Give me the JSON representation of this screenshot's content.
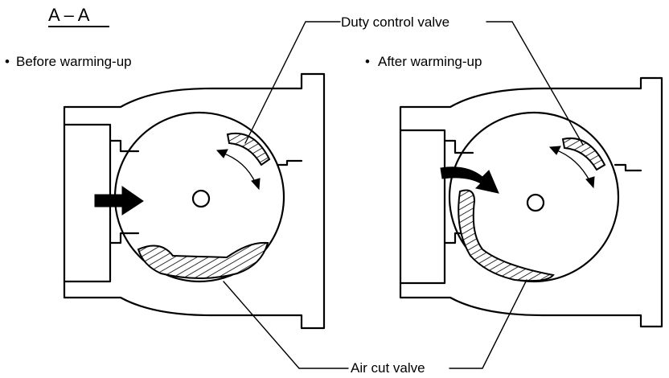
{
  "title": "A – A",
  "captions": {
    "before": "Before warming-up",
    "after": "After warming-up",
    "bullet": "•"
  },
  "callouts": {
    "duty_control_valve": "Duty control valve",
    "air_cut_valve": "Air cut valve"
  }
}
